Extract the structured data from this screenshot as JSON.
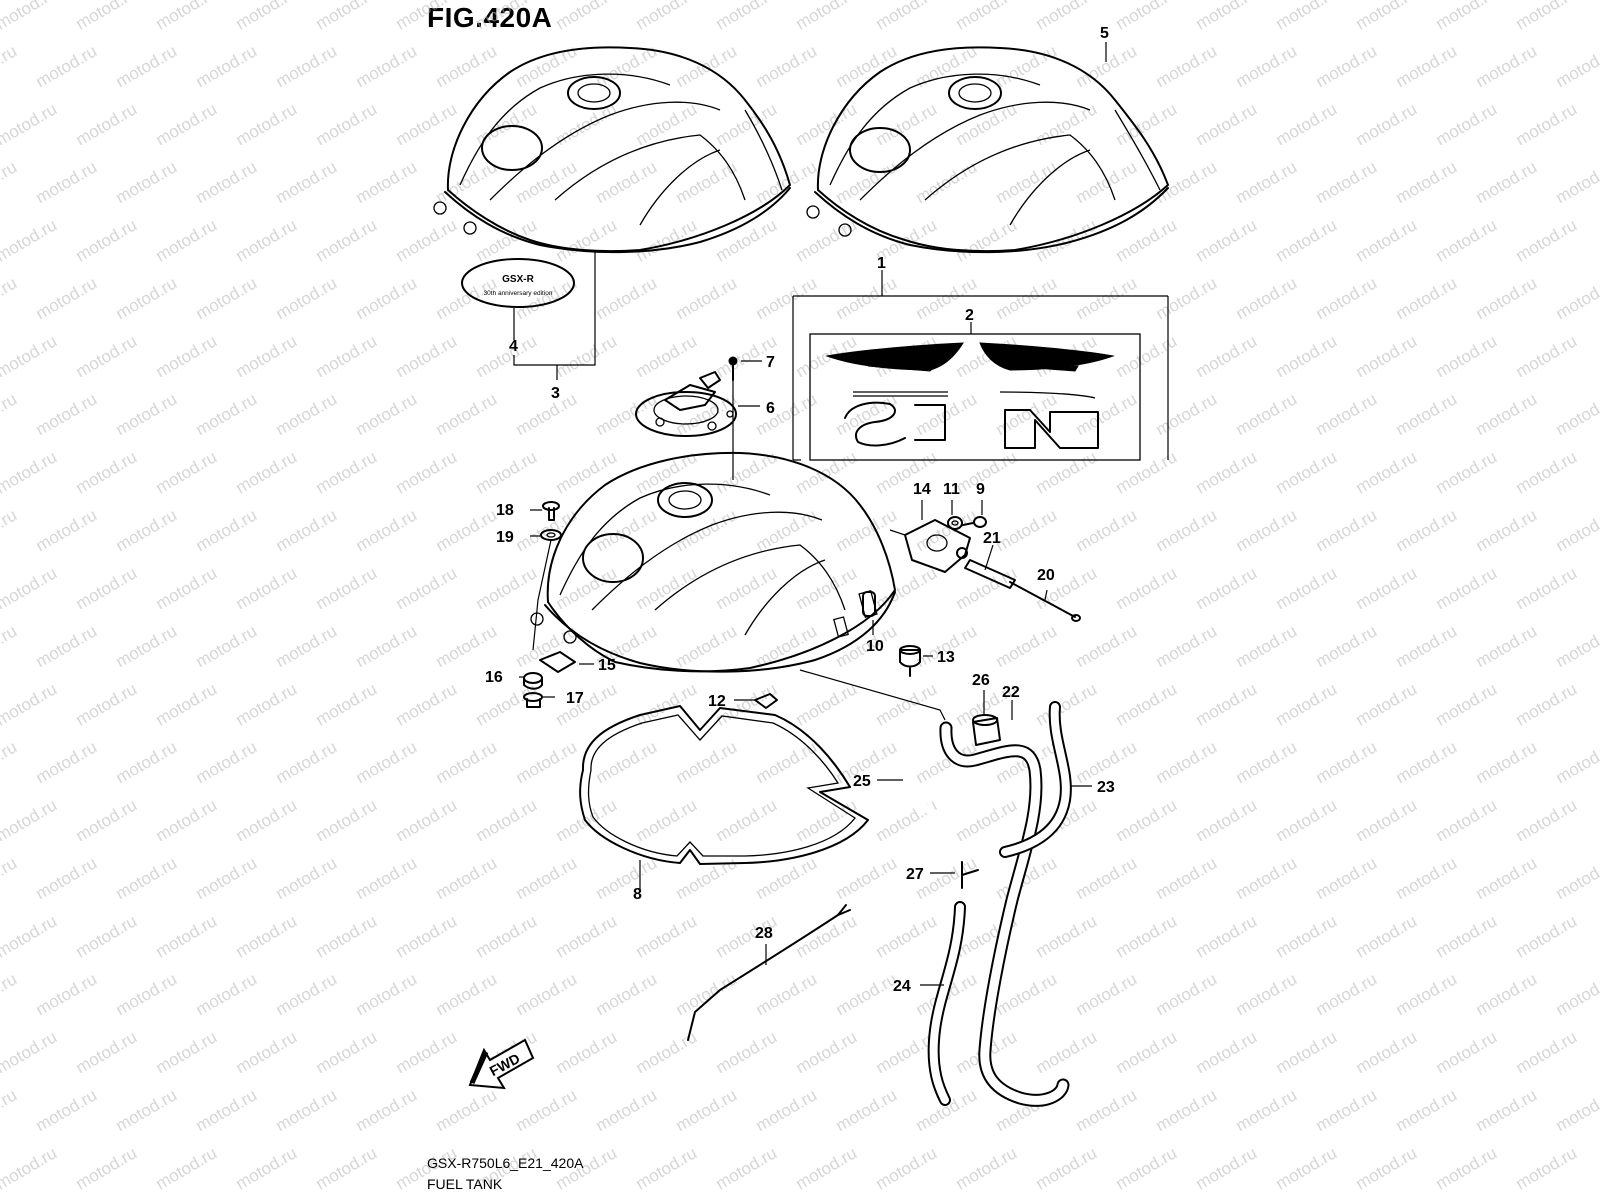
{
  "figure": {
    "title": "FIG.420A",
    "model_code": "GSX-R750L6_E21_420A",
    "section_name": "FUEL TANK"
  },
  "emblem": {
    "line1": "GSX-R",
    "line2": "30th anniversary edition"
  },
  "direction_arrow": {
    "label": "FWD"
  },
  "watermark": "motod.ru",
  "callouts": {
    "c1": "1",
    "c2": "2",
    "c3": "3",
    "c4": "4",
    "c5": "5",
    "c6": "6",
    "c7": "7",
    "c8": "8",
    "c9": "9",
    "c10": "10",
    "c11": "11",
    "c12": "12",
    "c13": "13",
    "c14": "14",
    "c15": "15",
    "c16": "16",
    "c17": "17",
    "c18": "18",
    "c19": "19",
    "c20": "20",
    "c21": "21",
    "c22": "22",
    "c23": "23",
    "c24": "24",
    "c25": "25",
    "c26": "26",
    "c27": "27",
    "c28": "28"
  }
}
